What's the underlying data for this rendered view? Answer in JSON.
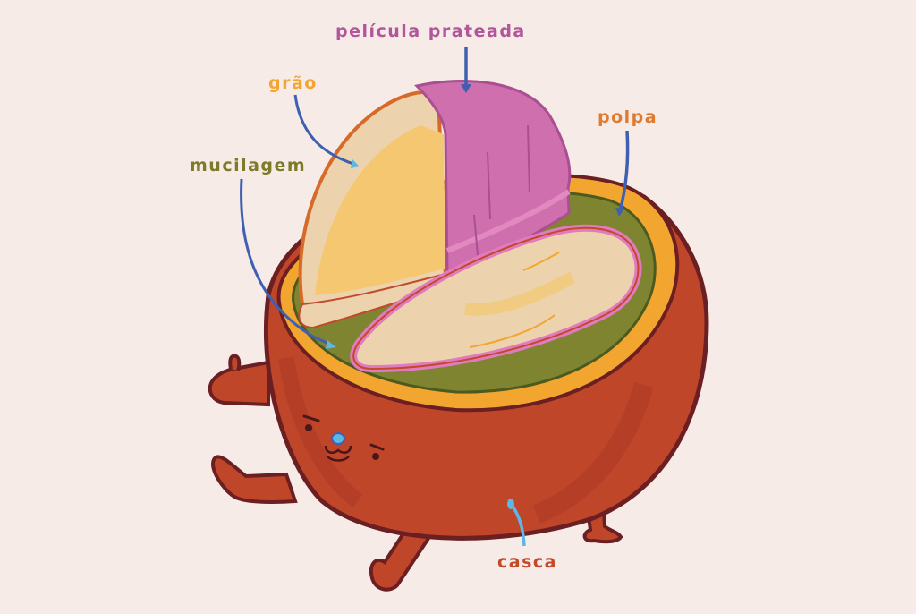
{
  "diagram": {
    "subject": "Anatomia do fruto de café (cereja) como personagem",
    "labels": [
      {
        "id": "pelicula",
        "text": "película prateada",
        "color": "#b2569c"
      },
      {
        "id": "grao",
        "text": "grão",
        "color": "#f4a531"
      },
      {
        "id": "polpa",
        "text": "polpa",
        "color": "#e07a2e"
      },
      {
        "id": "mucilagem",
        "text": "mucilagem",
        "color": "#7d7a2a"
      },
      {
        "id": "casca",
        "text": "casca",
        "color": "#c24a2a"
      }
    ],
    "colors": {
      "background": "#f6ebe6",
      "skin": "#c0462a",
      "skin_outline": "#6b1f22",
      "pulp": "#f3a62f",
      "mucilage": "#7f8430",
      "bean": "#f5c771",
      "bean_cut": "#ecd3ad",
      "silverskin": "#d06fae",
      "arrow_dark": "#3f5fb0",
      "arrow_light": "#5cb6e6"
    }
  }
}
